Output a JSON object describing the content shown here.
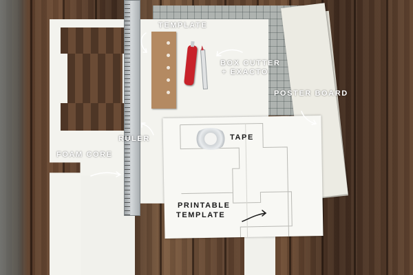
{
  "labels": {
    "template": "TEMPLATE",
    "box_cutter_line1": "BOX CUTTER",
    "box_cutter_line2": "+ EXACTO",
    "poster_board": "POSTER BOARD",
    "tape": "TAPE",
    "ruler": "RULER",
    "foam_core": "FOAM CORE",
    "printable_template_line1": "PRINTABLE",
    "printable_template_line2": "TEMPLATE"
  },
  "icons": [
    "arrow-icon"
  ],
  "colors": {
    "floor": "#5a3f2d",
    "foam_core": "#f3f3ee",
    "ruler": "#c3c8cb",
    "template_card": "#b48a62",
    "box_cutter": "#c8222a",
    "cutting_mat": "#aeb3b0"
  }
}
